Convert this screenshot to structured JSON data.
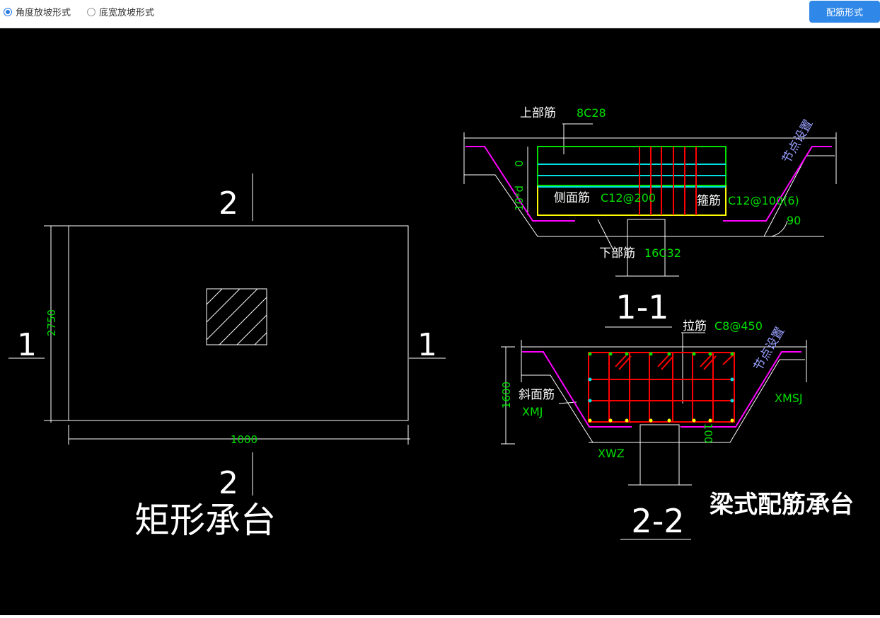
{
  "toolbar": {
    "options": [
      {
        "label": "角度放坡形式",
        "selected": true
      },
      {
        "label": "底宽放坡形式",
        "selected": false
      }
    ],
    "button_label": "配筋形式"
  },
  "drawing": {
    "plan": {
      "title": "矩形承台",
      "section_top": "2",
      "section_bottom": "2",
      "section_left": "1",
      "section_right": "1",
      "dim_height": "2750",
      "dim_width": "1000"
    },
    "section_1": {
      "title": "1-1",
      "top_bar_label": "上部筋",
      "top_bar_value": "8C28",
      "side_bar_label": "侧面筋",
      "side_bar_value": "C12@200",
      "stirrup_label": "箍筋",
      "stirrup_value": "C12@100(6)",
      "bottom_bar_label": "下部筋",
      "bottom_bar_value": "16C32",
      "angle": "90",
      "dim_zero": "0",
      "dim_10d": "10*d",
      "node_label": "节点设置"
    },
    "section_2": {
      "title": "2-2",
      "tie_label": "拉筋",
      "tie_value": "C8@450",
      "slope_bar_label": "斜面筋",
      "slope_bar_value": "XMJ",
      "xmsj": "XMSJ",
      "xwz": "XWZ",
      "dim_height": "1600",
      "dim_100": "100",
      "node_label": "节点设置"
    },
    "caption": "梁式配筋承台"
  },
  "colors": {
    "green": "#00e000",
    "red": "#ff0000",
    "cyan": "#00e0e0",
    "yellow": "#ffff00",
    "magenta": "#ff00ff"
  }
}
